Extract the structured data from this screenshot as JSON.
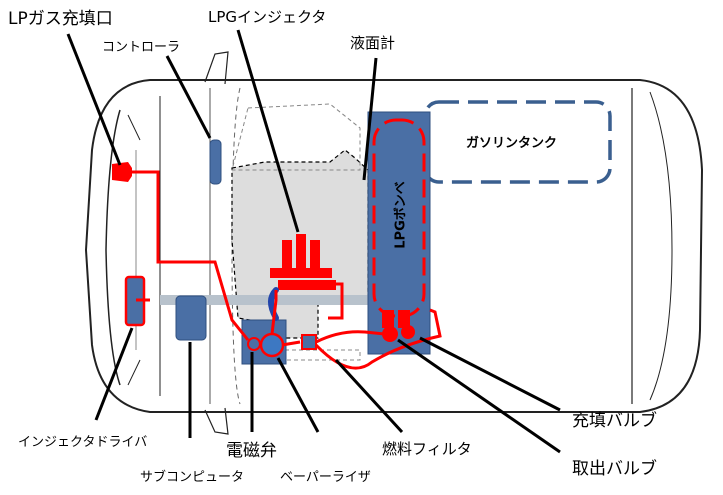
{
  "labels": {
    "lp_gas_filler": "LPガス充填口",
    "controller": "コントローラ",
    "lpg_injector": "LPGインジェクタ",
    "level_gauge": "液面計",
    "gasoline_tank": "ガソリンタンク",
    "lpg_cylinder": "LPGボンベ",
    "injector_driver": "インジェクタドライバ",
    "sub_computer": "サブコンピュータ",
    "solenoid_valve": "電磁弁",
    "vaporizer": "ベーパーライザ",
    "fuel_filter": "燃料フィルタ",
    "fill_valve": "充填バルブ",
    "outlet_valve": "取出バルブ"
  },
  "colors": {
    "fuel_line": "#ff0000",
    "component": "#4a6fa5",
    "component_edge": "#2f4f7f",
    "gasoline_tank_outline": "#3a5f8f",
    "car_outline": "#222222",
    "engine_area": "#dddddd"
  }
}
